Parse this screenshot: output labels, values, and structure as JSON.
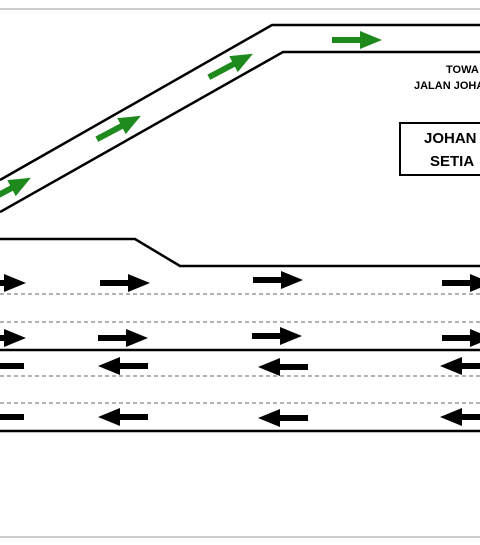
{
  "diagram": {
    "direction_label": {
      "line1": "TOWA",
      "line2": "JALAN JOHA"
    },
    "destination_sign": {
      "line1": "JOHAN",
      "line2": "SETIA"
    },
    "colors": {
      "road_edge": "#000000",
      "lane_divider": "#666666",
      "ramp_arrow": "#1e8a1e",
      "main_arrow": "#000000",
      "frame_border": "#999999"
    }
  }
}
